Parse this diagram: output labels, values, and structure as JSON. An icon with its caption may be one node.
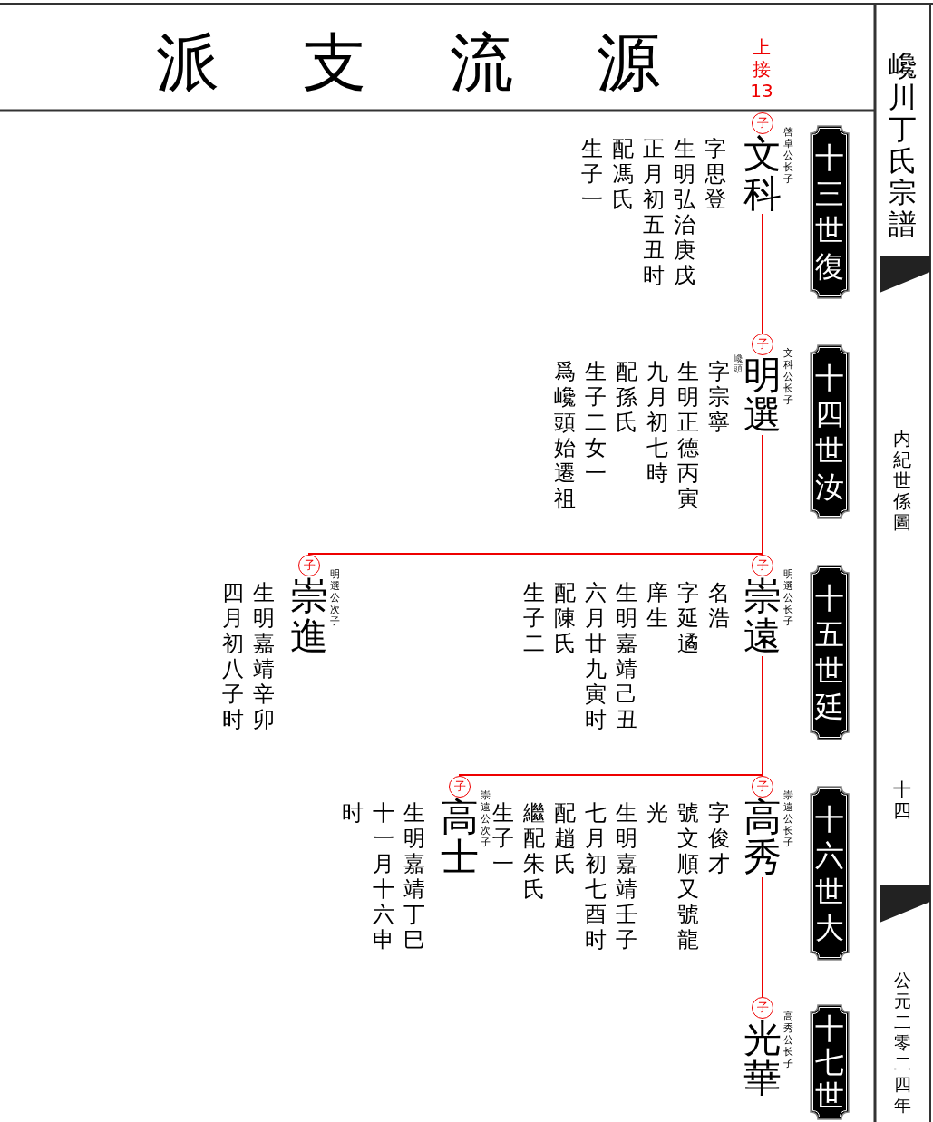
{
  "diagram": {
    "title": "派支流源",
    "nodes": [
      {
        "text": [
          "子",
          "文科"
        ],
        "beside": [
          "啓卓公长子",
          "字思登",
          "生明弘治庚戌",
          "正月初五丑时",
          "配馮氏",
          "生子一"
        ]
      },
      {
        "text": [
          "子",
          "明選"
        ],
        "beside": [
          "文科公长子",
          "巉頭",
          "字宗寧",
          "生明正德丙寅",
          "九月初七時",
          "配孫氏",
          "生子二女一",
          "爲巉頭始遷祖"
        ]
      },
      {
        "text": [
          "子",
          "崇遠"
        ],
        "beside": [
          "明選公长子",
          "名浩",
          "字延遹",
          "庠生",
          "生明嘉靖己丑",
          "六月廿九寅时",
          "配陳氏",
          "生子二"
        ]
      },
      {
        "text": [
          "子",
          "崇進"
        ],
        "beside": [
          "明選公次子",
          "生明嘉靖辛卯",
          "四月初八子时"
        ]
      },
      {
        "text": [
          "子",
          "高秀"
        ],
        "beside": [
          "崇遠公长子",
          "字俊才",
          "號文順又號龍",
          "光",
          "生明嘉靖壬子",
          "七月初七酉时",
          "配趙氏",
          "繼配朱氏",
          "生子一"
        ]
      },
      {
        "text": [
          "子",
          "高士"
        ],
        "beside": [
          "崇遠公次子",
          "生明嘉靖丁巳",
          "十一月十六申",
          "时"
        ]
      },
      {
        "text": [
          "子",
          "光華"
        ],
        "beside": [
          "高秀公长子"
        ]
      },
      {
        "text": [
          "十三世復"
        ]
      },
      {
        "text": [
          "十四世汝"
        ]
      },
      {
        "text": [
          "十五世廷"
        ]
      },
      {
        "text": [
          "十六世大"
        ]
      },
      {
        "text": [
          "十七世"
        ]
      }
    ],
    "edges": [
      {
        "from": 0,
        "to": 1,
        "arrow": "none"
      },
      {
        "from": 1,
        "to": 2,
        "arrow": "none"
      },
      {
        "from": 1,
        "to": 3,
        "arrow": "none"
      },
      {
        "from": 2,
        "to": 4,
        "arrow": "none"
      },
      {
        "from": 2,
        "to": 5,
        "arrow": "none"
      },
      {
        "from": 4,
        "to": 6,
        "arrow": "none"
      }
    ],
    "labels": [
      "上接13",
      "巉川丁氏宗譜",
      "内紀世係圖",
      "十四",
      "公元二零二四年"
    ]
  }
}
